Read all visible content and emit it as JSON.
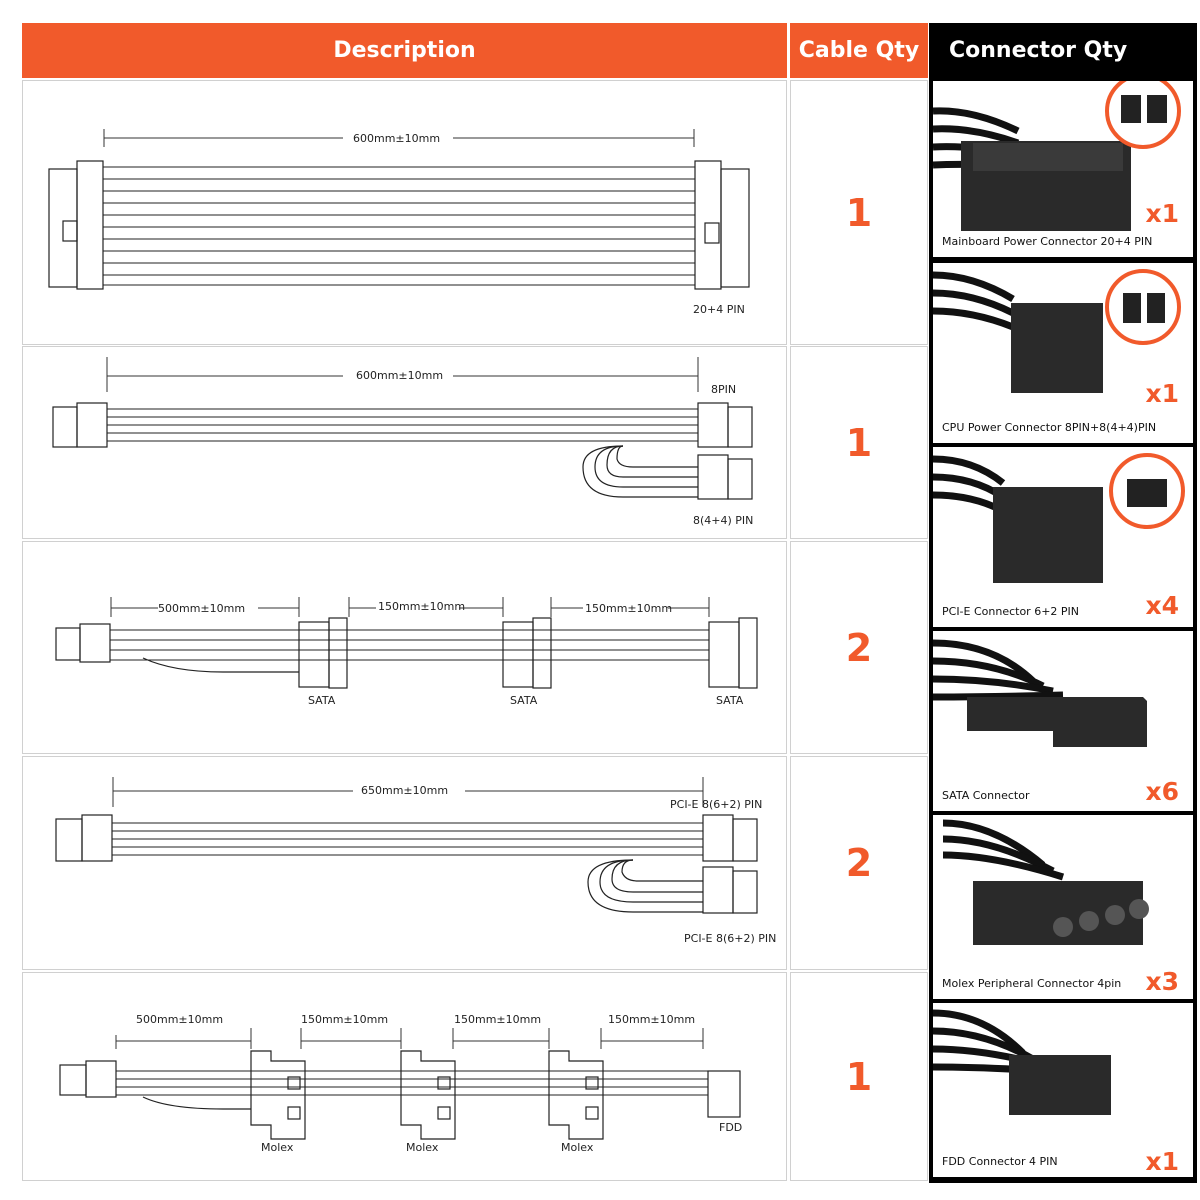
{
  "header": {
    "description": "Description",
    "cable_qty": "Cable Qty",
    "connector_qty": "Connector Qty"
  },
  "rows": [
    {
      "cable_qty": "1",
      "length": "600mm±10mm",
      "end_label": "20+4 PIN"
    },
    {
      "cable_qty": "1",
      "length": "600mm±10mm",
      "end_label_1": "8PIN",
      "end_label_2": "8(4+4) PIN"
    },
    {
      "cable_qty": "2",
      "lengths": [
        "500mm±10mm",
        "150mm±10mm",
        "150mm±10mm"
      ],
      "labels": [
        "SATA",
        "SATA",
        "SATA"
      ]
    },
    {
      "cable_qty": "2",
      "length": "650mm±10mm",
      "end_label_1": "PCI-E 8(6+2) PIN",
      "end_label_2": "PCI-E 8(6+2) PIN"
    },
    {
      "cable_qty": "1",
      "lengths": [
        "500mm±10mm",
        "150mm±10mm",
        "150mm±10mm",
        "150mm±10mm"
      ],
      "labels": [
        "Molex",
        "Molex",
        "Molex",
        "FDD"
      ]
    }
  ],
  "connectors": [
    {
      "name": "Mainboard Power Connector 20+4 PIN",
      "qty": "x1"
    },
    {
      "name": "CPU Power Connector 8PIN+8(4+4)PIN",
      "qty": "x1"
    },
    {
      "name": "PCI-E Connector 6+2 PIN",
      "qty": "x4"
    },
    {
      "name": "SATA Connector",
      "qty": "x6"
    },
    {
      "name": "Molex Peripheral Connector 4pin",
      "qty": "x3"
    },
    {
      "name": "FDD Connector 4 PIN",
      "qty": "x1"
    }
  ],
  "colors": {
    "accent": "#f15a2b",
    "dark": "#000000"
  }
}
